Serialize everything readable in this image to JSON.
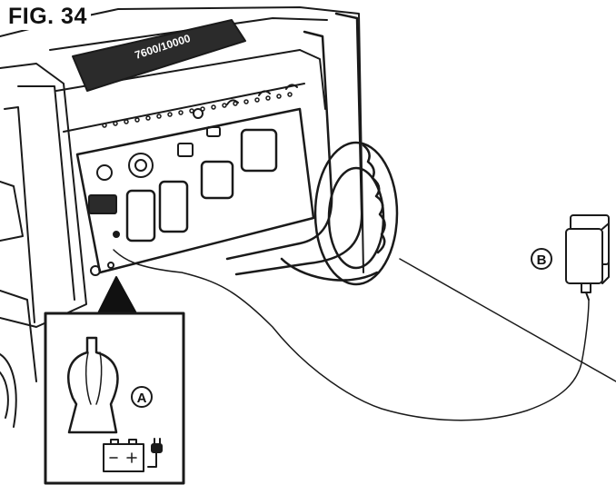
{
  "figure": {
    "title": "FIG. 34",
    "model_label": "7600/10000",
    "callouts": {
      "a": "A",
      "b": "B"
    },
    "inset_battery_signs": "− +"
  },
  "colors": {
    "ink": "#1a1a1a",
    "panel": "#2b2b2b",
    "background": "#ffffff"
  }
}
